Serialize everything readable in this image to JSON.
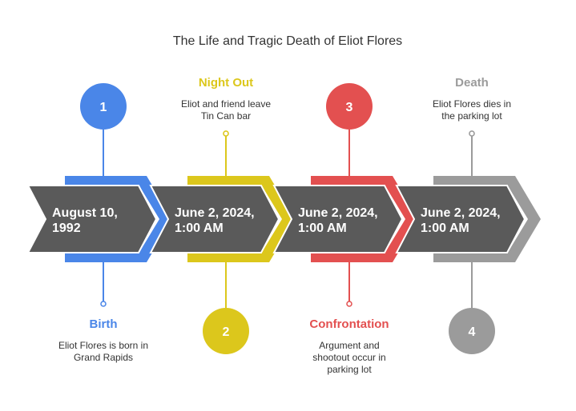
{
  "title": "The Life and Tragic Death of Eliot Flores",
  "events": [
    {
      "number": "1",
      "color": "#4a86e8",
      "title": "Birth",
      "date_line1": "August 10,",
      "date_line2": "1992",
      "desc_lines": [
        "Eliot Flores is born in",
        "Grand Rapids"
      ]
    },
    {
      "number": "2",
      "color": "#dcc71c",
      "title": "Night Out",
      "date_line1": "June 2, 2024,",
      "date_line2": "1:00 AM",
      "desc_lines": [
        "Eliot and friend leave",
        "Tin Can bar"
      ]
    },
    {
      "number": "3",
      "color": "#e35050",
      "title": "Confrontation",
      "date_line1": "June 2, 2024,",
      "date_line2": "1:00 AM",
      "desc_lines": [
        "Argument and",
        "shootout occur in",
        "parking lot"
      ]
    },
    {
      "number": "4",
      "color": "#9b9b9b",
      "title": "Death",
      "date_line1": "June 2, 2024,",
      "date_line2": "1:00 AM",
      "desc_lines": [
        "Eliot Flores dies in",
        "the parking lot"
      ]
    }
  ],
  "colors": {
    "arrow_fill": "#5a5a5a",
    "arrow_stroke": "#ffffff",
    "title_text": "#333333"
  }
}
